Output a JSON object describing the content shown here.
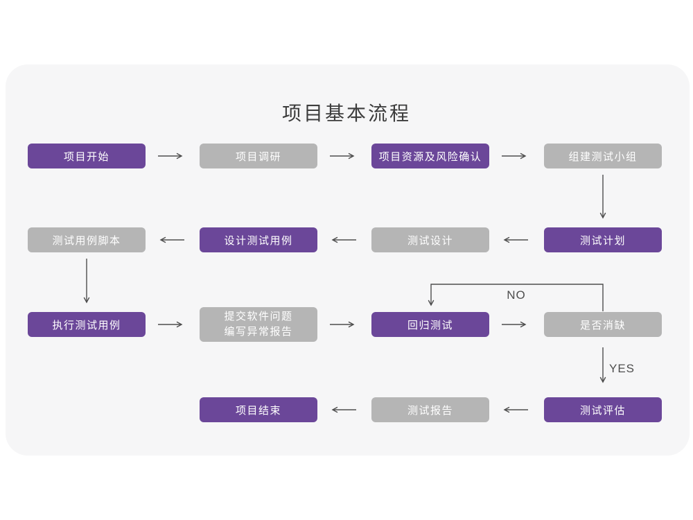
{
  "title": "项目基本流程",
  "colors": {
    "node_purple": "#6b4799",
    "node_gray": "#b5b5b5",
    "node_text": "#ffffff",
    "card_background": "#f6f6f7",
    "page_background": "#ffffff",
    "arrow": "#4d4d4d",
    "title_text": "#3c3c3c"
  },
  "nodes": [
    {
      "id": "project-start",
      "label": "项目开始",
      "variant": "purple"
    },
    {
      "id": "project-research",
      "label": "项目调研",
      "variant": "gray"
    },
    {
      "id": "resource-risk-confirm",
      "label": "项目资源及风险确认",
      "variant": "purple"
    },
    {
      "id": "build-test-team",
      "label": "组建测试小组",
      "variant": "gray"
    },
    {
      "id": "test-case-script",
      "label": "测试用例脚本",
      "variant": "gray"
    },
    {
      "id": "design-test-case",
      "label": "设计测试用例",
      "variant": "purple"
    },
    {
      "id": "test-design",
      "label": "测试设计",
      "variant": "gray"
    },
    {
      "id": "test-plan",
      "label": "测试计划",
      "variant": "purple"
    },
    {
      "id": "execute-test-case",
      "label": "执行测试用例",
      "variant": "purple"
    },
    {
      "id": "submit-issue-report",
      "label": "提交软件问题",
      "label2": "编写异常报告",
      "variant": "gray"
    },
    {
      "id": "regression-test",
      "label": "回归测试",
      "variant": "purple"
    },
    {
      "id": "defect-eliminated",
      "label": "是否消缺",
      "variant": "gray"
    },
    {
      "id": "project-end",
      "label": "项目结束",
      "variant": "purple"
    },
    {
      "id": "test-report",
      "label": "测试报告",
      "variant": "gray"
    },
    {
      "id": "test-evaluation",
      "label": "测试评估",
      "variant": "purple"
    }
  ],
  "edge_labels": {
    "no": "NO",
    "yes": "YES"
  },
  "edges": [
    {
      "from": "项目开始",
      "to": "项目调研"
    },
    {
      "from": "项目调研",
      "to": "项目资源及风险确认"
    },
    {
      "from": "项目资源及风险确认",
      "to": "组建测试小组"
    },
    {
      "from": "组建测试小组",
      "to": "测试计划"
    },
    {
      "from": "测试计划",
      "to": "测试设计"
    },
    {
      "from": "测试设计",
      "to": "设计测试用例"
    },
    {
      "from": "设计测试用例",
      "to": "测试用例脚本"
    },
    {
      "from": "测试用例脚本",
      "to": "执行测试用例"
    },
    {
      "from": "执行测试用例",
      "to": "提交软件问题编写异常报告"
    },
    {
      "from": "提交软件问题编写异常报告",
      "to": "回归测试"
    },
    {
      "from": "回归测试",
      "to": "是否消缺"
    },
    {
      "from": "是否消缺",
      "to": "回归测试",
      "label": "NO"
    },
    {
      "from": "是否消缺",
      "to": "测试评估",
      "label": "YES"
    },
    {
      "from": "测试评估",
      "to": "测试报告"
    },
    {
      "from": "测试报告",
      "to": "项目结束"
    }
  ]
}
